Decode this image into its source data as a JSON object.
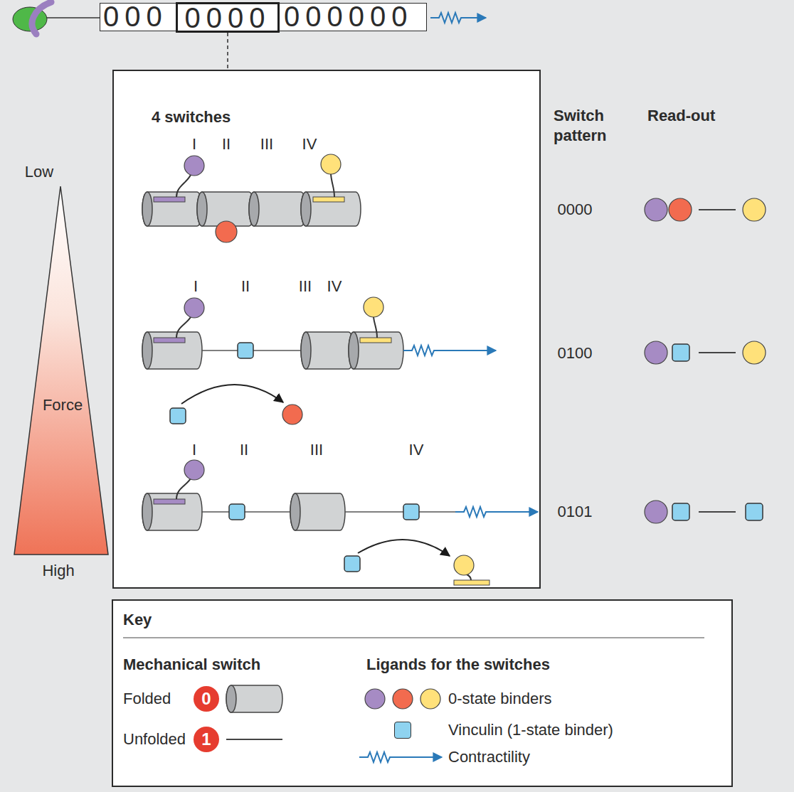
{
  "diagram": {
    "nodes": [
      {
        "text": [
          "000",
          "000000"
        ]
      },
      {
        "text": [
          "0000"
        ],
        "in": 0
      },
      {
        "text": [
          "4 switches"
        ]
      },
      {
        "text": [
          "Key"
        ]
      },
      {
        "text": [
          "0"
        ],
        "in": 3
      },
      {
        "text": [
          "1"
        ],
        "in": 3
      }
    ],
    "edges": [
      {
        "from": 1,
        "to": 2,
        "arrow": "none"
      }
    ],
    "labels": [
      "Switch pattern",
      "Read-out",
      "Low",
      "I",
      "II",
      "III",
      "IV",
      "0000",
      "Force",
      "I",
      "II",
      "III",
      "IV",
      "0100",
      "I",
      "II",
      "III",
      "IV",
      "0101",
      "High",
      "Mechanical switch",
      "Ligands for the switches"
    ],
    "legend": [
      {
        "text": "Folded"
      },
      {
        "text": "Unfolded"
      },
      {
        "text": "0-state binders"
      },
      {
        "text": "Vinculin (1-state binder)",
        "color": "#8fd3f0"
      },
      {
        "text": "Contractility"
      }
    ]
  }
}
